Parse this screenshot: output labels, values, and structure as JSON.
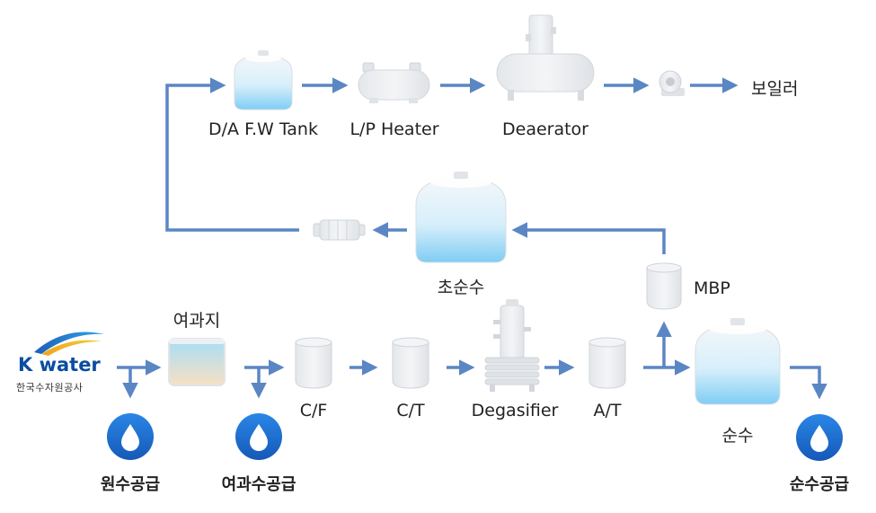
{
  "logo": {
    "brand_name": "K water",
    "brand_subtitle": "한국수자원공사"
  },
  "top_line": {
    "tank_label": "D/A F.W Tank",
    "heater_label": "L/P Heater",
    "deaerator_label": "Deaerator",
    "boiler_label": "보일러"
  },
  "middle_line": {
    "ultra_pure_label": "초순수",
    "mbp_label": "MBP"
  },
  "bottom_line": {
    "filter_label": "여과지",
    "cf_label": "C/F",
    "ct_label": "C/T",
    "degasifier_label": "Degasifier",
    "at_label": "A/T",
    "pure_label": "순수"
  },
  "supplies": {
    "raw_label": "원수공급",
    "filtered_label": "여과수공급",
    "pure_label": "순수공급"
  },
  "colors": {
    "line": "#5b86c4",
    "drop": "#1a6fd6",
    "tank_body": "#eef0f2",
    "water": "#8ed4f6",
    "filter_top": "#aee3f8",
    "filter_bottom": "#f6dfc2"
  }
}
